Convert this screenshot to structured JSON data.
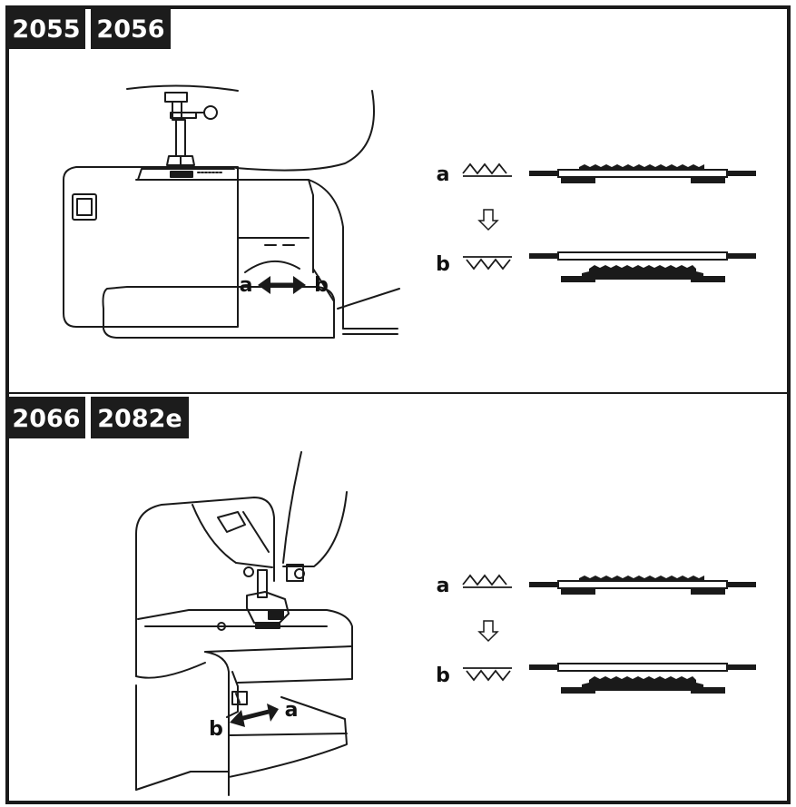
{
  "colors": {
    "ink": "#1a1a1a",
    "badge_bg": "#1c1c1c",
    "paper": "#ffffff"
  },
  "sections": [
    {
      "models": [
        "2055",
        "2056"
      ],
      "machine_labels": {
        "left": "a",
        "right": "b"
      },
      "states": [
        {
          "label": "a",
          "symbol": "feed-dogs-up-icon",
          "position": "raised"
        },
        {
          "label": "b",
          "symbol": "feed-dogs-down-icon",
          "position": "lowered"
        }
      ],
      "arrow": "down-arrow-icon"
    },
    {
      "models": [
        "2066",
        "2082e"
      ],
      "machine_labels": {
        "left": "b",
        "right": "a"
      },
      "states": [
        {
          "label": "a",
          "symbol": "feed-dogs-up-icon",
          "position": "raised"
        },
        {
          "label": "b",
          "symbol": "feed-dogs-down-icon",
          "position": "lowered"
        }
      ],
      "arrow": "down-arrow-icon"
    }
  ]
}
